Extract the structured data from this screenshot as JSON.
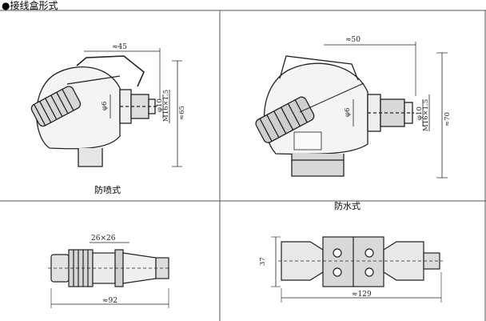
{
  "header": {
    "title": "●接线盒形式"
  },
  "panels": {
    "left_top": {
      "caption": "防喷式",
      "dims": {
        "width": "≈45",
        "d_small": "φ6",
        "d_mid": "φ10",
        "thread": "M16×1.5",
        "height": "≈65"
      }
    },
    "right_top": {
      "caption": "防水式",
      "dims": {
        "width": "≈50",
        "d_small": "φ6",
        "d_mid": "φ10",
        "thread": "M16×1.5",
        "height": "≈70"
      }
    },
    "left_bottom": {
      "dims": {
        "hex": "26×26",
        "length": "≈92"
      }
    },
    "right_bottom": {
      "dims": {
        "height": "37",
        "length": "≈129"
      }
    }
  },
  "colors": {
    "line": "#222222",
    "frame": "#555555",
    "shade": "#888888"
  }
}
